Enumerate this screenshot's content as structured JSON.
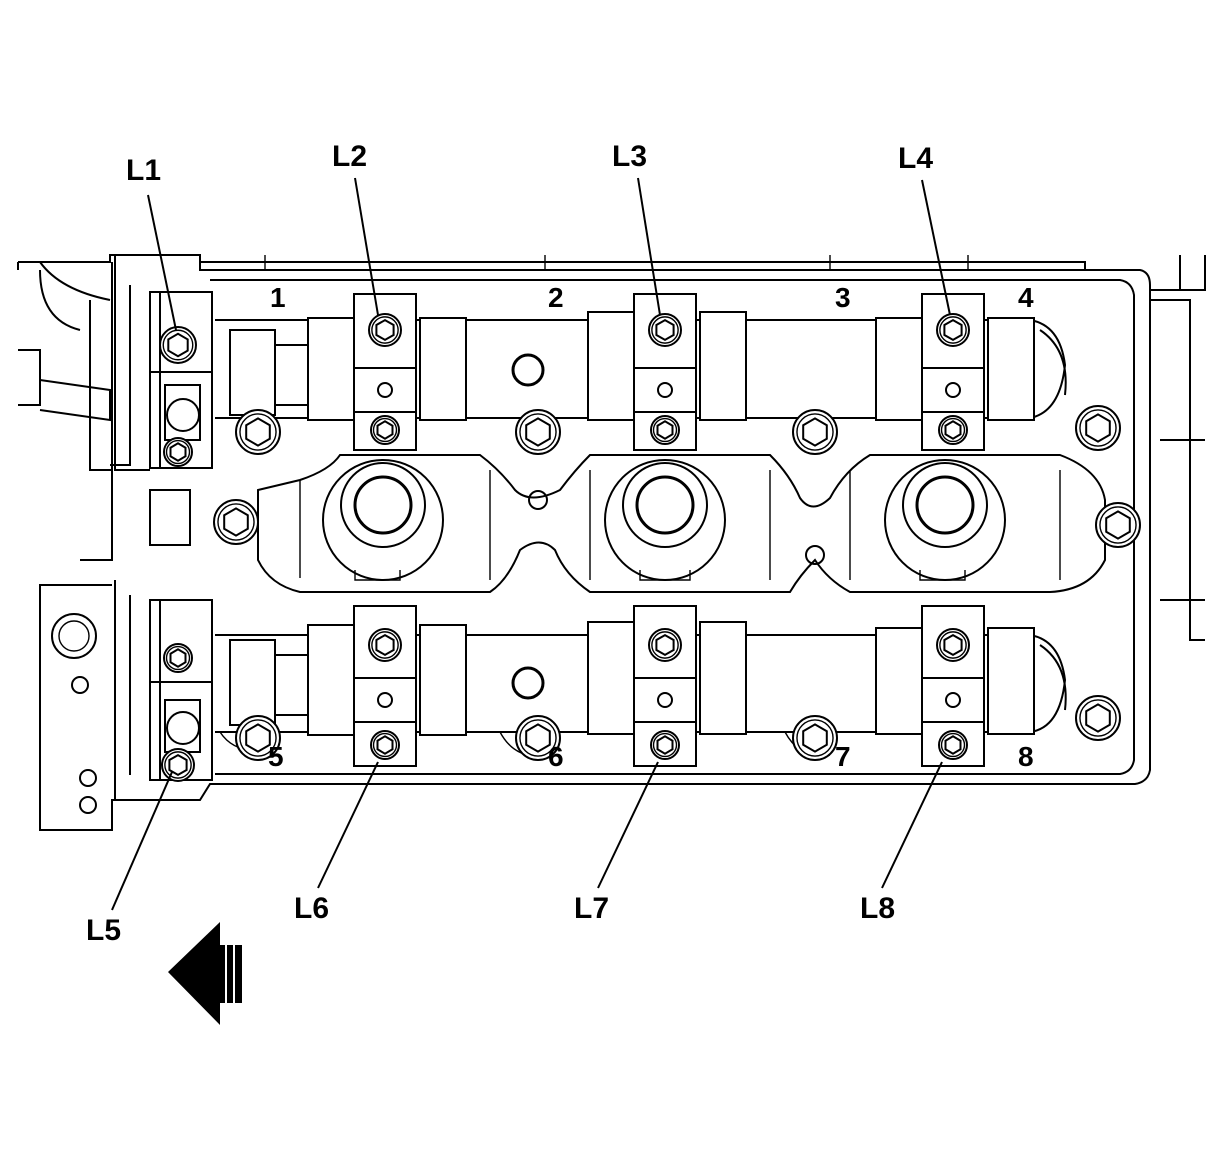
{
  "diagram": {
    "callouts": {
      "L1": "L1",
      "L2": "L2",
      "L3": "L3",
      "L4": "L4",
      "L5": "L5",
      "L6": "L6",
      "L7": "L7",
      "L8": "L8"
    },
    "journals": {
      "j1": "1",
      "j2": "2",
      "j3": "3",
      "j4": "4",
      "j5": "5",
      "j6": "6",
      "j7": "7",
      "j8": "8"
    },
    "icons": {
      "direction_arrow": "left-arrow-icon",
      "bolt": "hex-bolt-icon"
    },
    "colors": {
      "line": "#000000",
      "background": "#ffffff"
    }
  }
}
